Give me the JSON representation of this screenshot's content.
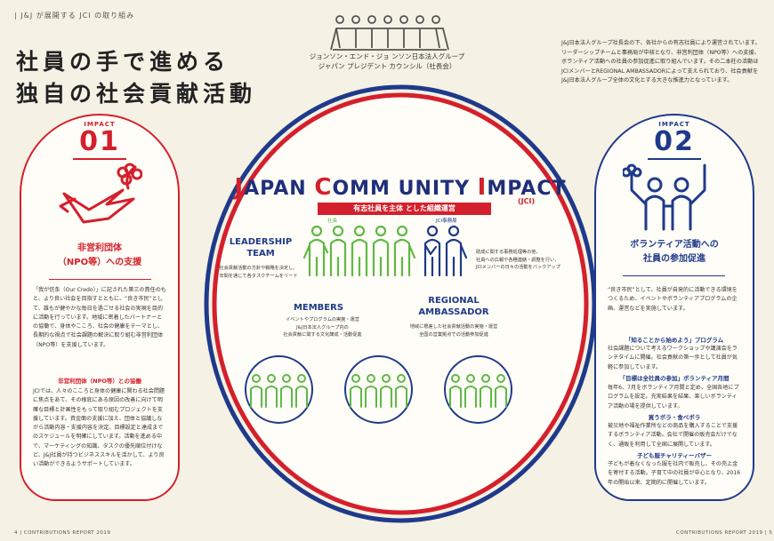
{
  "header": {
    "tag": "| J&J が展開する JCI の取り組み",
    "title_line1": "社員の手で進める",
    "title_line2": "独自の社会貢献活動"
  },
  "council": {
    "line1": "ジョンソン・エンド・ジョ ンソン日本法人グループ",
    "line2": "ジャパン プレジデント カウンシル（社長会）"
  },
  "intro": "J&J日本法人グループ社長会の下、各社からの有志社員により運営されています。リーダーシップチームと事務局が中核となり、非営利団体（NPO等）への支援、ボランティア活動への社員の参加促進に取り組んでいます。その二本柱の活動はJCIメンバーとREGIONAL AMBASSADORによって支えられており、社会貢献をJ&J日本法人グループ全体の文化とする大きな推進力となっています。",
  "jci": {
    "title_j": "J",
    "title_apan": "APAN ",
    "title_c": "C",
    "title_omm": "OMM UNITY ",
    "title_i": "I",
    "title_mpact": "MPACT",
    "abbr": "(JCI)",
    "tagline": "有志社員を主体 とした組織運営",
    "label_president": "社長",
    "label_office": "JCI事務局",
    "leadership_title": "LEADERSHIP TEAM",
    "leadership_desc1": "社会貢献活動の方針や戦略を決定し、",
    "leadership_desc2": "年間を通じて各タスクチームをリード",
    "office_desc1": "助成に関する事務処理等の他、",
    "office_desc2": "社員への広報や各種連絡・調整を行い、",
    "office_desc3": "JCIメンバーの日々の活動をバックアップ",
    "members_title": "MEMBERS",
    "members_desc1": "イベントやプログラムの実施・運営",
    "members_desc2": "J&J日本法人グループ内の",
    "members_desc3": "社会貢献に関する文化醸成・活動促進",
    "regional_title1": "REGIONAL",
    "regional_title2": "AMBASSADOR",
    "regional_desc1": "地域に根差した社会貢献活動の実施・運営",
    "regional_desc2": "全国の営業拠点での活動参加促進"
  },
  "impact1": {
    "label": "IMPACT",
    "num": "01",
    "title1": "非営利団体",
    "title2": "（NPO等）への支援",
    "body": "「我が信条（Our Credo）」に記された第三の責任のもと、より良い社会を目指すとともに、“良き市民”として、誰もが健やかな毎日を過ごせる社会の実現を目的に活動を行っています。地域に密着したパートナーとの協働で、身体やこころ、社会の健康をテーマとし、長期的な視点で社会課題の解決に取り組む非営利団体（NPO等）を支援しています。",
    "sub": "非営利団体（NPO等）との協働",
    "body2": "JCIでは、人々のこころと身体の健康に関わる社会問題に焦点をあて、その根底にある原因の改善に向けて明確な目標と計画性をもって取り組むプロジェクトを支援しています。資金面の支援に加え、団体と協議しながら活動内容・支援内容を決定。目標設定と達成までのスケジュールを明確にしています。活動を進める中で、マーケティングの知識、タスクの優先順位付けなど、J&J社員が持つビジネススキルを活かして、より良い活動ができるようサポートしています。"
  },
  "impact2": {
    "label": "IMPACT",
    "num": "02",
    "title1": "ボランティア活動への",
    "title2": "社員の参加促進",
    "body": "“良き市民”として、社員が自発的に活動できる環境をつくるため、イベントやボランティアプログラムの企画、運営などを実施しています。",
    "s1_title": "「知ることから始めよう」プログラム",
    "s1_body": "社会課題について考えるワークショップや講演会をランチタイムに開催。社会貢献の第一歩として社員が気軽に参加しています。",
    "s2_title": "「目標は全社員の参加」ボランティア月間",
    "s2_body": "毎年6、7月をボランティア月間と定め、全国各地にプログラムを設定。充実結果を結果、楽しいボランティア活動の場を提供しています。",
    "s3_title": "買うボラ・食べボラ",
    "s3_body": "被災地や福祉作業所などの商品を購入することで支援するボランティア活動。会社で開催の販売会だけでなく、通販を利用して全国に展開しています。",
    "s4_title": "子ども服チャリティーバザー",
    "s4_body": "子どもが着なくなった服を社内で販売し、その売上金を寄付する活動。子育て中の社員が中心となり、2016年の開始以来、定期的に開催しています。"
  },
  "footer": {
    "left_num": "4",
    "left_label": "| CONTRIBUTIONS REPORT 2019",
    "right_label": "CONTRIBUTIONS REPORT 2019 |",
    "right_num": "5"
  },
  "colors": {
    "red": "#d4202c",
    "blue": "#1f3a8a",
    "green": "#5fb846",
    "bg": "#f5f1e4"
  }
}
